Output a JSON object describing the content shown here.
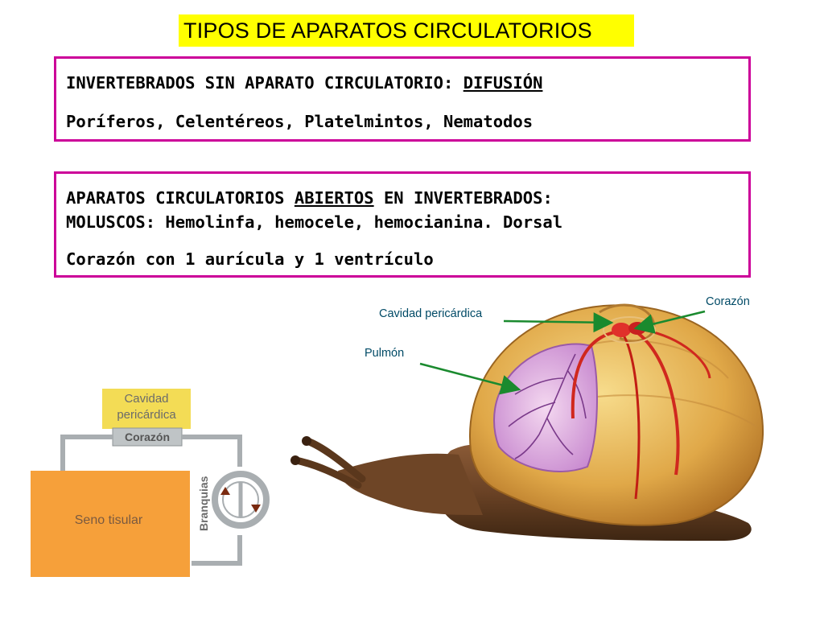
{
  "title": "TIPOS DE APARATOS CIRCULATORIOS",
  "box1": {
    "line1_prefix": "INVERTEBRADOS SIN APARATO CIRCULATORIO: ",
    "line1_emph": "DIFUSIÓN",
    "line2": "Poríferos,  Celentéreos, Platelmintos, Nematodos"
  },
  "box2": {
    "line1_prefix": "APARATOS CIRCULATORIOS ",
    "line1_emph": "ABIERTOS",
    "line1_suffix": " EN INVERTEBRADOS:",
    "line2": "MOLUSCOS: Hemolinfa, hemocele, hemocianina. Dorsal",
    "line3": "Corazón con 1 aurícula y 1 ventrículo"
  },
  "snail_labels": {
    "corazon": "Corazón",
    "cavidad": "Cavidad pericárdica",
    "pulmon": "Pulmón"
  },
  "schema": {
    "cavidad": [
      "Cavidad",
      "pericárdica"
    ],
    "corazon": "Corazón",
    "seno": "Seno tisular",
    "branquias": "Branquias"
  },
  "colors": {
    "title_bg": "#ffff00",
    "box_border": "#cc0099",
    "label_text": "#004a66",
    "arrow": "#1a8a2e"
  }
}
